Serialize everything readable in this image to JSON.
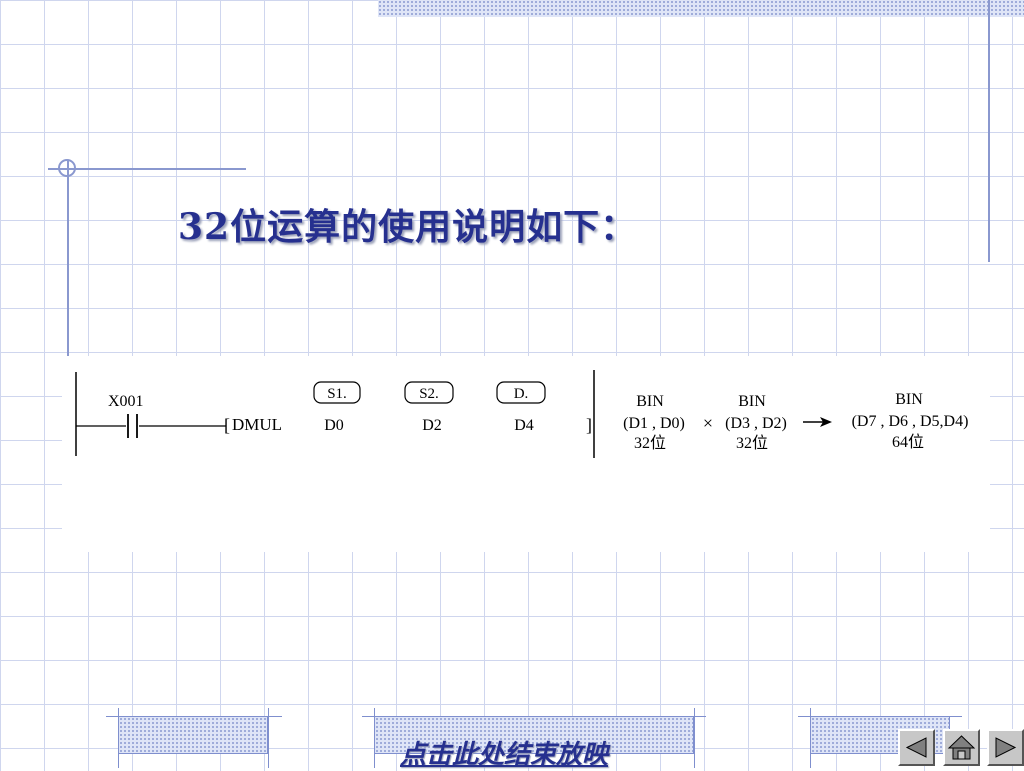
{
  "title": "32位运算的使用说明如下：",
  "ladder": {
    "contact_label": "X001",
    "instruction": "DMUL",
    "operands": [
      {
        "tag": "S1.",
        "value": "D0"
      },
      {
        "tag": "S2.",
        "value": "D2"
      },
      {
        "tag": "D.",
        "value": "D4"
      }
    ]
  },
  "explanation": {
    "operand1": {
      "type": "BIN",
      "regs": "(D1 , D0)",
      "bits": "32位"
    },
    "operator": "×",
    "operand2": {
      "type": "BIN",
      "regs": "(D3 , D2)",
      "bits": "32位"
    },
    "result": {
      "type": "BIN",
      "regs": "(D7 , D6 , D5,D4)",
      "bits": "64位"
    }
  },
  "footer": {
    "end_show": "点击此处结束放映"
  },
  "nav": {
    "prev_icon": "triangle-left-icon",
    "home_icon": "home-icon",
    "next_icon": "triangle-right-icon"
  },
  "colors": {
    "title": "#26308f",
    "grid": "#cfd6ee",
    "accent": "#8a98cf"
  }
}
